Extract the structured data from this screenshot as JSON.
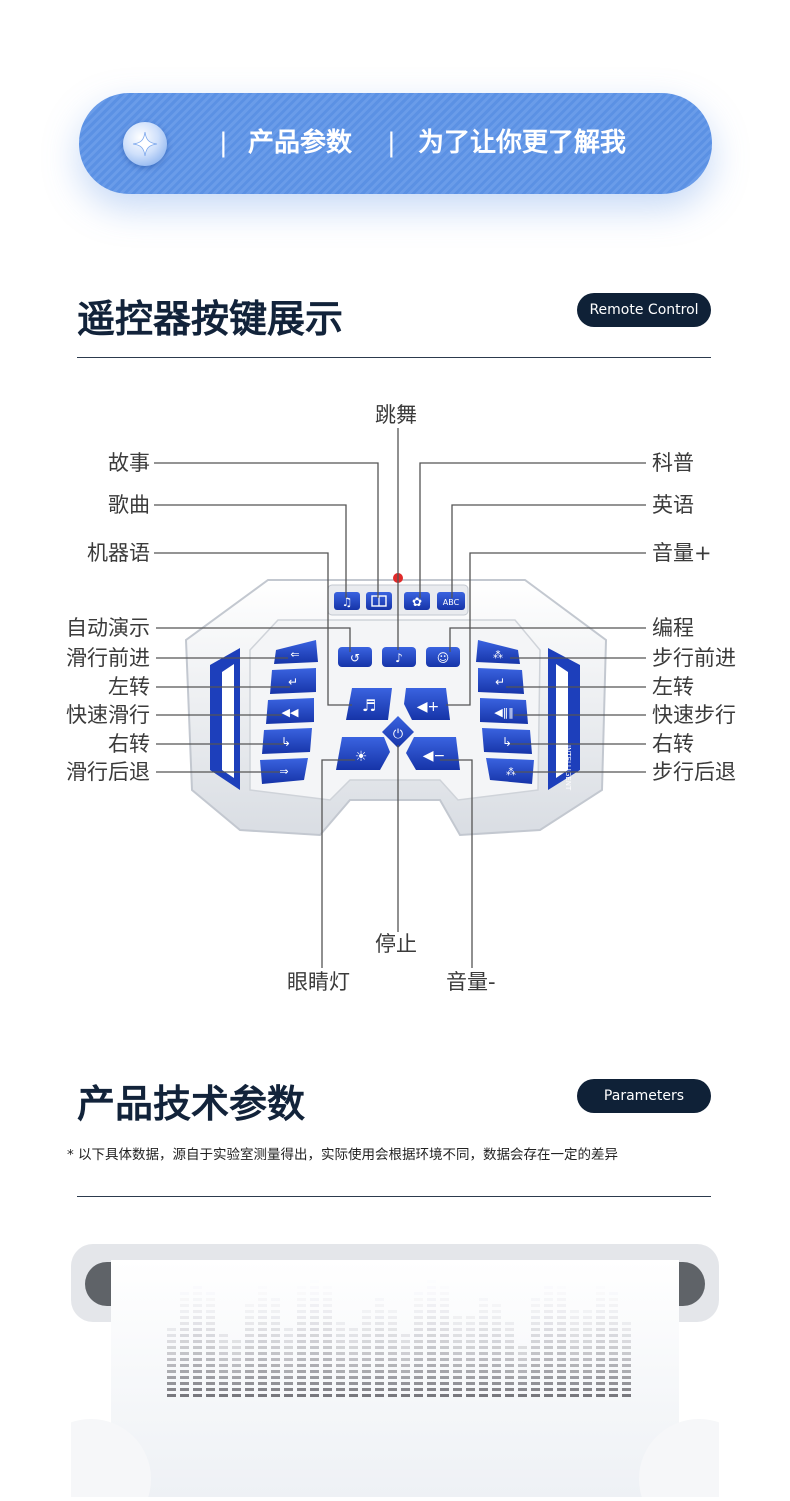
{
  "banner": {
    "separator": "|",
    "title": "产品参数",
    "subtitle": "为了让你更了解我"
  },
  "section_remote": {
    "title": "遥控器按键展示",
    "tag": "Remote Control"
  },
  "remote_labels": {
    "top": "跳舞",
    "left": [
      "故事",
      "歌曲",
      "机器语",
      "自动演示",
      "滑行前进",
      "左转",
      "快速滑行",
      "右转",
      "滑行后退"
    ],
    "right": [
      "科普",
      "英语",
      "音量+",
      "编程",
      "步行前进",
      "左转",
      "快速步行",
      "右转",
      "步行后退"
    ],
    "bottom": [
      "停止",
      "眼睛灯",
      "音量-"
    ]
  },
  "remote_keys": {
    "abc": "ABC",
    "side_text": "INTELLIGENT"
  },
  "section_params": {
    "title": "产品技术参数",
    "tag": "Parameters",
    "note": "* 以下具体数据，源自于实验室测量得出，实际使用会根据环境不同，数据会存在一定的差异"
  },
  "colors": {
    "banner": "#5b91e4",
    "pill": "#0f2137",
    "key_blue": "#1f43c6",
    "line": "#555555"
  },
  "icons": [
    "sparkle-icon",
    "music-note-icon",
    "book-icon",
    "atom-icon",
    "abc-icon",
    "dance-icon",
    "robot-talk-icon",
    "demo-icon",
    "program-icon",
    "arrow-forward-icon",
    "turn-left-icon",
    "fast-icon",
    "turn-right-icon",
    "arrow-back-icon",
    "power-icon",
    "volume-up-icon",
    "volume-down-icon",
    "bulb-icon"
  ]
}
